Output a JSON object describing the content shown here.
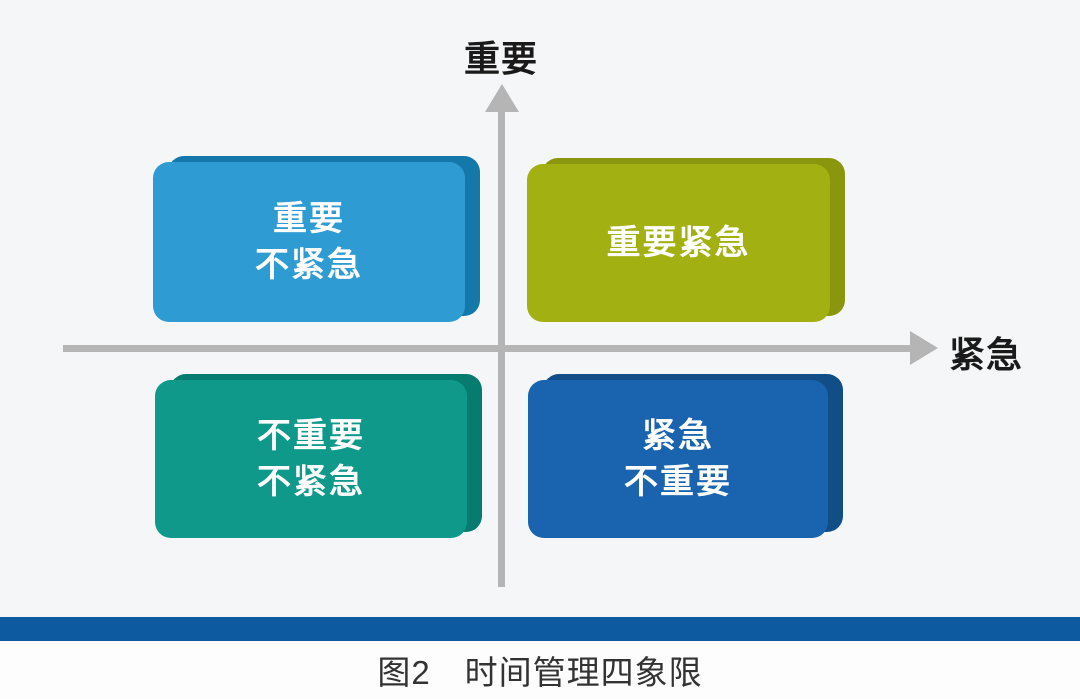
{
  "figure": {
    "title_semantic": "time-management-four-quadrants",
    "axis": {
      "y_label": "重要",
      "x_label": "紧急"
    },
    "quadrants": [
      {
        "id": "important-not-urgent",
        "position": "top-left",
        "lines": [
          "重要",
          "不紧急"
        ]
      },
      {
        "id": "important-urgent",
        "position": "top-right",
        "lines": [
          "重要紧急"
        ]
      },
      {
        "id": "not-important-not-urgent",
        "position": "bottom-left",
        "lines": [
          "不重要",
          "不紧急"
        ]
      },
      {
        "id": "urgent-not-important",
        "position": "bottom-right",
        "lines": [
          "紧急",
          "不重要"
        ]
      }
    ]
  },
  "footer": {
    "caption": "图2　时间管理四象限"
  },
  "colors": {
    "bg": "#f5f6f7",
    "axis": "#b5b5b5",
    "label": "#1a1a1a",
    "card_text": "#ffffff",
    "q1": "#2e9bd2",
    "q1_edge": "#1578aa",
    "q2": "#a2b011",
    "q2_edge": "#8a970e",
    "q3": "#0f998b",
    "q3_edge": "#067c70",
    "q4": "#1a63ae",
    "q4_edge": "#114d86",
    "bar": "#0d5aa1",
    "caption": "#333333"
  }
}
